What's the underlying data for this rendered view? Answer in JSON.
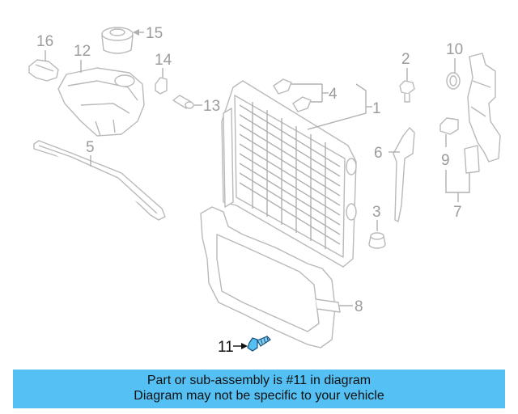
{
  "colors": {
    "banner": "#55c0f3",
    "part_line": "#b9b9b9",
    "callout_gray": "#9c9c9c",
    "highlight": "#111111"
  },
  "callouts": {
    "c1": "1",
    "c2": "2",
    "c3": "3",
    "c4": "4",
    "c5": "5",
    "c6": "6",
    "c7": "7",
    "c8": "8",
    "c9": "9",
    "c10": "10",
    "c11": "11",
    "c12": "12",
    "c13": "13",
    "c14": "14",
    "c15": "15",
    "c16": "16"
  },
  "banner": {
    "line1": "Part or sub-assembly is #11 in diagram",
    "line2": "Diagram may not be specific to your vehicle"
  }
}
